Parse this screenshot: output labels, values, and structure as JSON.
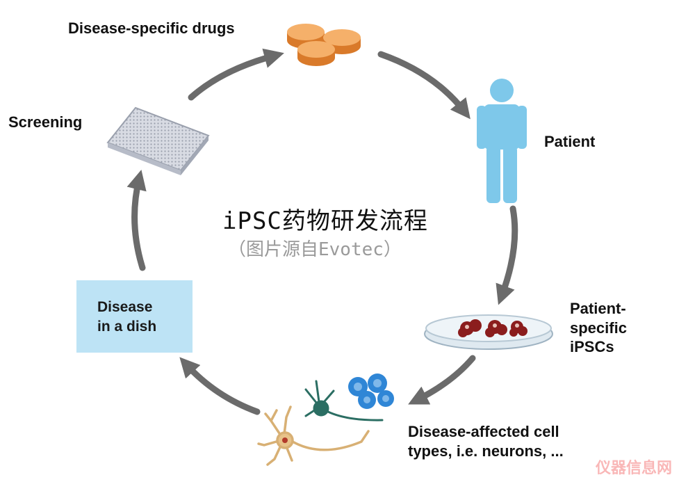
{
  "title": "iPSC药物研发流程",
  "subtitle": "（图片源自Evotec）",
  "nodes": {
    "drugs": "Disease-specific drugs",
    "patient": "Patient",
    "ipsc_line1": "Patient-",
    "ipsc_line2": "specific",
    "ipsc_line3": "iPSCs",
    "cells_line1": "Disease-affected cell",
    "cells_line2": "types, i.e. neurons, ...",
    "dish_line1": "Disease",
    "dish_line2": "in a dish",
    "screening": "Screening"
  },
  "watermark": "仪器信息网",
  "colors": {
    "arrow": "#6b6b6b",
    "patient": "#7ec8ea",
    "pill": "#f0a04b",
    "box": "#bde3f5"
  }
}
